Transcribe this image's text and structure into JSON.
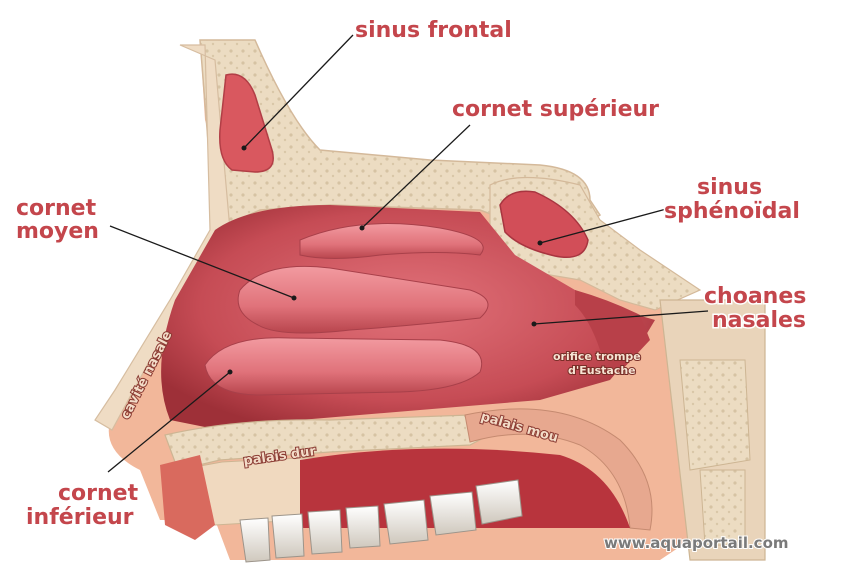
{
  "labels": {
    "sinus_frontal": "sinus frontal",
    "cornet_superieur": "cornet supérieur",
    "sinus_sphenoidal_line1": "sinus",
    "sinus_sphenoidal_line2": "sphénoïdal",
    "cornet_moyen_line1": "cornet",
    "cornet_moyen_line2": "moyen",
    "choanes_line1": "choanes",
    "choanes_line2": "nasales",
    "cornet_inferieur_line1": "cornet",
    "cornet_inferieur_line2": "inférieur",
    "cavite_nasale": "cavité nasale",
    "orifice_line1": "orifice trompe",
    "orifice_line2": "d'Eustache",
    "palais_dur": "palais dur",
    "palais_mou": "palais mou"
  },
  "watermark": "www.aquaportail.com",
  "colors": {
    "label_red": "#c4464c",
    "mucosa": "#c9525a",
    "bone": "#eedcc2",
    "skin": "#f2b79a"
  }
}
